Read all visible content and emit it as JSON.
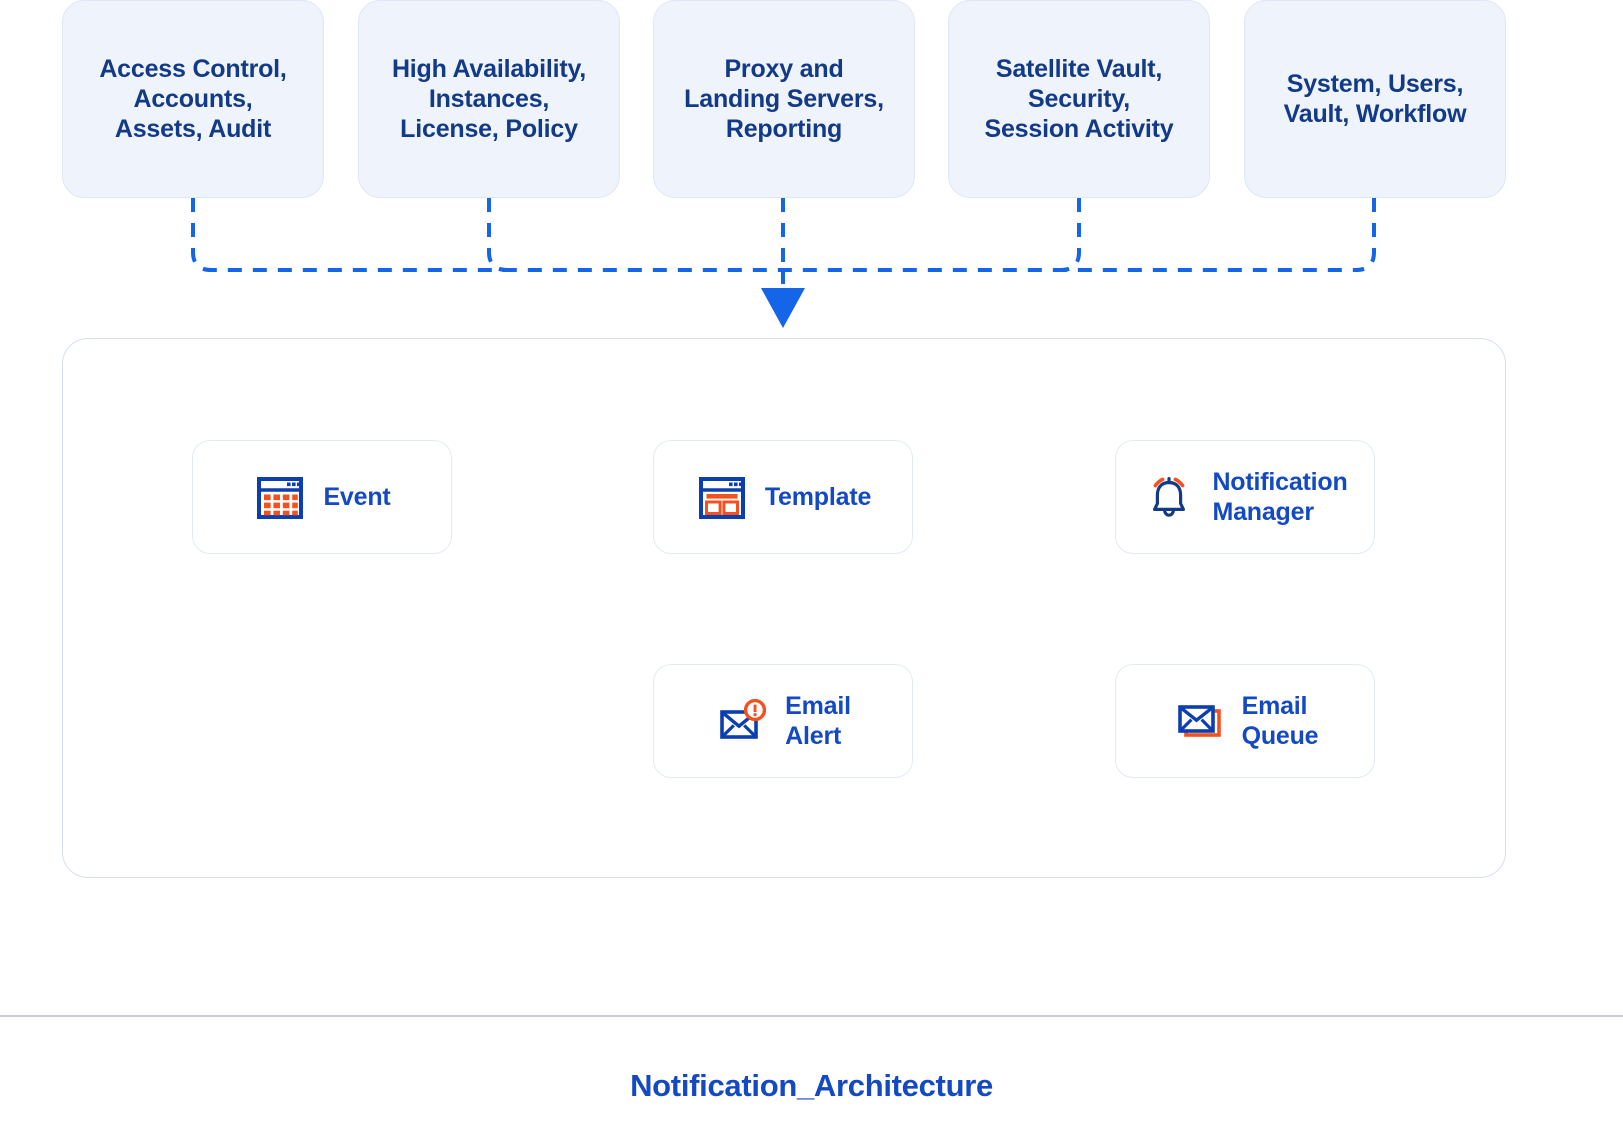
{
  "diagram": {
    "title": "Notification_Architecture",
    "colors": {
      "deep_blue": "#123a87",
      "link_blue": "#1449c4",
      "wire_blue": "#1565e8",
      "orange": "#f4511e",
      "card_fill": "#eef3fc",
      "card_border": "#dfe7f5",
      "rule_grey": "#c9ccd1"
    },
    "sources": [
      {
        "id": "source-access-control",
        "label": "Access Control,\nAccounts,\nAssets, Audit"
      },
      {
        "id": "source-high-availability",
        "label": "High Availability,\nInstances,\nLicense, Policy"
      },
      {
        "id": "source-proxy-landing",
        "label": "Proxy and\nLanding Servers,\nReporting"
      },
      {
        "id": "source-satellite-vault",
        "label": "Satellite Vault,\nSecurity,\nSession Activity"
      },
      {
        "id": "source-system-users",
        "label": "System, Users,\nVault, Workflow"
      }
    ],
    "nodes": [
      {
        "id": "node-event",
        "label": "Event",
        "icon": "calendar-grid-icon"
      },
      {
        "id": "node-template",
        "label": "Template",
        "icon": "template-window-icon"
      },
      {
        "id": "node-notification-manager",
        "label": "Notification\nManager",
        "icon": "bell-ringing-icon"
      },
      {
        "id": "node-email-alert",
        "label": "Email\nAlert",
        "icon": "envelope-alert-icon"
      },
      {
        "id": "node-email-queue",
        "label": "Email\nQueue",
        "icon": "envelope-stack-icon"
      }
    ],
    "flows": [
      {
        "id": "flow-event-to-template",
        "from": "Event",
        "to": "Template",
        "style": "dashed-arrow-right"
      },
      {
        "id": "flow-template-to-notifmanager",
        "from": "Template",
        "to": "Notification Manager",
        "style": "dashed-arrow-right"
      },
      {
        "id": "flow-queue-to-alert",
        "from": "Email Queue",
        "to": "Email Alert",
        "style": "dashed-arrow-left"
      },
      {
        "id": "flow-sources-to-container",
        "from": "Source modules bus",
        "to": "Notification container",
        "style": "dashed-arrow-down"
      }
    ]
  }
}
